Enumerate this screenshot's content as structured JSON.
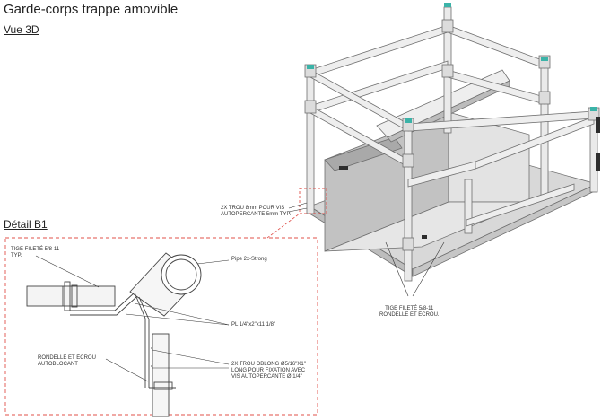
{
  "title": "Garde-corps trappe amovible",
  "view_3d_label": "Vue 3D",
  "detail_label": "Détail B1",
  "callouts": {
    "trou_vis_l1": "2X TROU 8mm POUR VIS",
    "trou_vis_l2": "AUTOPERCANTE 5mm TYP.",
    "tige_3d_l1": "TIGE FILETÉ 5/8-11",
    "tige_3d_l2": "RONDELLE ET ÉCROU.",
    "tige_det_l1": "TIGE FILETÉ 5/8-11",
    "tige_det_l2": "TYP.",
    "pipe": "Pipe 2x-Strong",
    "plate": "PL 1/4\"x2\"x11 1/8\"",
    "rondelle_l1": "RONDELLE ET ÉCROU",
    "rondelle_l2": "AUTOBLOCANT",
    "oblong_l1": "2X TROU OBLONG Ø5/16\"X1\"",
    "oblong_l2": "LONG POUR FIXATION AVEC",
    "oblong_l3": "VIS AUTOPERCANTE Ø 1/4\""
  },
  "colors": {
    "cap_teal": "#3bb3a8",
    "detail_frame": "#e0504a",
    "line": "#333333"
  }
}
